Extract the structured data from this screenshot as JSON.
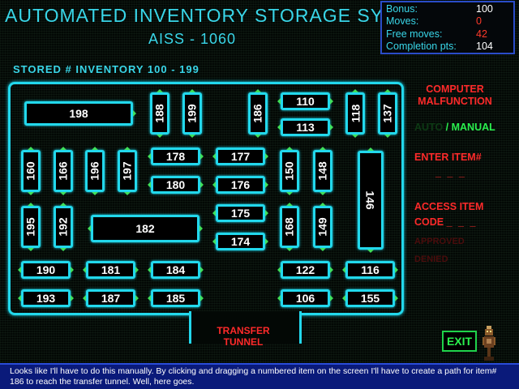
{
  "header": {
    "title": "AUTOMATED INVENTORY  STORAGE SYSTEM",
    "subtitle": "AISS - 1060",
    "inventory_label": "STORED # INVENTORY  100 - 199"
  },
  "stats": {
    "bonus_label": "Bonus:",
    "bonus_value": "100",
    "moves_label": "Moves:",
    "moves_value": "0",
    "free_moves_label": "Free moves:",
    "free_moves_value": "42",
    "completion_label": "Completion pts:",
    "completion_value": "104",
    "colors": {
      "label": "#39d6e8",
      "bonus": "#ffffff",
      "moves": "#ff3a2a",
      "free_moves": "#ff3a2a",
      "completion": "#ffffff"
    }
  },
  "items": {
    "i198": "198",
    "i188": "188",
    "i199": "199",
    "i186": "186",
    "i110": "110",
    "i113": "113",
    "i118": "118",
    "i137": "137",
    "i160": "160",
    "i166": "166",
    "i196": "196",
    "i197": "197",
    "i178": "178",
    "i177": "177",
    "i180": "180",
    "i176": "176",
    "i150": "150",
    "i148": "148",
    "i146": "146",
    "i195": "195",
    "i192": "192",
    "i182": "182",
    "i175": "175",
    "i174": "174",
    "i168": "168",
    "i149": "149",
    "i190": "190",
    "i181": "181",
    "i184": "184",
    "i122": "122",
    "i116": "116",
    "i193": "193",
    "i187": "187",
    "i185": "185",
    "i106": "106",
    "i155": "155"
  },
  "transfer_tunnel": {
    "line1": "TRANSFER",
    "line2": "TUNNEL"
  },
  "panel": {
    "malfunction_line1": "COMPUTER",
    "malfunction_line2": "MALFUNCTION",
    "mode_auto": "AUTO",
    "mode_manual": "/ MANUAL",
    "enter_item": "ENTER ITEM#",
    "enter_item_dashes": "_ _ _",
    "access_item": "ACCESS ITEM",
    "code_label": "CODE",
    "code_dashes": "_ _ _",
    "dim_line1": "APPROVED",
    "dim_line2": "DENIED"
  },
  "exit_label": "EXIT",
  "message": "Looks like I'll have to do this manually.  By clicking and dragging a numbered item on the screen I'll have to create a path for item# 186 to reach the transfer tunnel.  Well, here goes."
}
